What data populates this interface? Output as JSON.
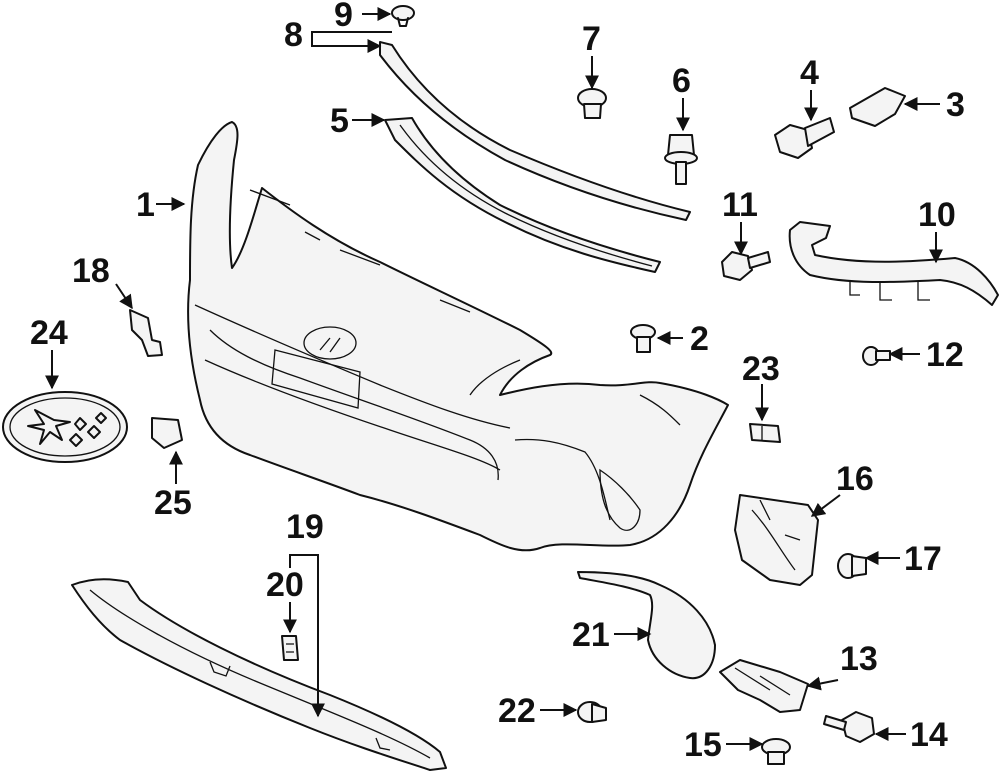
{
  "callouts": {
    "c1": "1",
    "c2": "2",
    "c3": "3",
    "c4": "4",
    "c5": "5",
    "c6": "6",
    "c7": "7",
    "c8": "8",
    "c9": "9",
    "c10": "10",
    "c11": "11",
    "c12": "12",
    "c13": "13",
    "c14": "14",
    "c15": "15",
    "c16": "16",
    "c17": "17",
    "c18": "18",
    "c19": "19",
    "c20": "20",
    "c21": "21",
    "c22": "22",
    "c23": "23",
    "c24": "24",
    "c25": "25"
  }
}
